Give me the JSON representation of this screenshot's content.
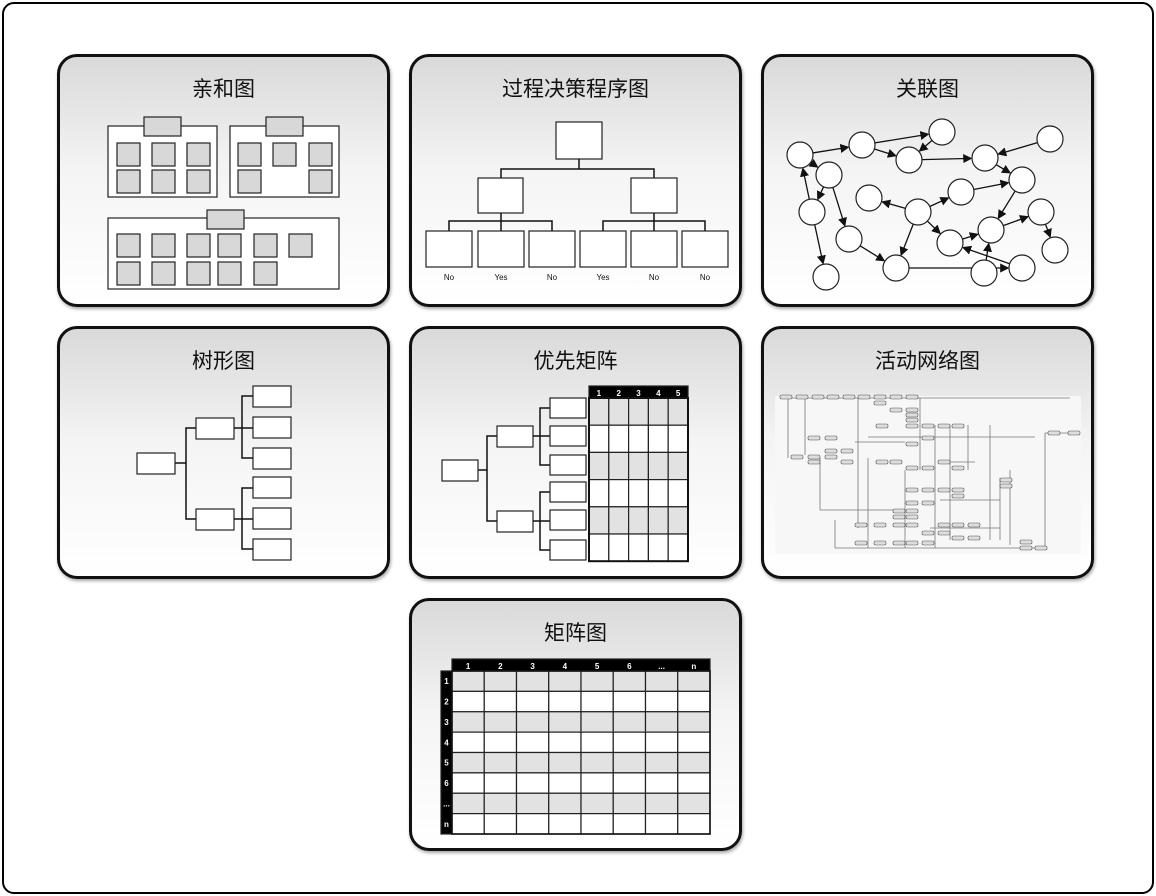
{
  "panels": [
    {
      "title": "亲和图"
    },
    {
      "title": "过程决策程序图",
      "labels": [
        "No",
        "Yes",
        "No",
        "Yes",
        "No",
        "No"
      ]
    },
    {
      "title": "关联图"
    },
    {
      "title": "树形图"
    },
    {
      "title": "优先矩阵",
      "columns": [
        "1",
        "2",
        "3",
        "4",
        "5"
      ]
    },
    {
      "title": "活动网络图"
    },
    {
      "title": "矩阵图",
      "columns": [
        "1",
        "2",
        "3",
        "4",
        "5",
        "6",
        "...",
        "n"
      ],
      "rows": [
        "1",
        "2",
        "3",
        "4",
        "5",
        "6",
        "...",
        "n"
      ]
    }
  ]
}
